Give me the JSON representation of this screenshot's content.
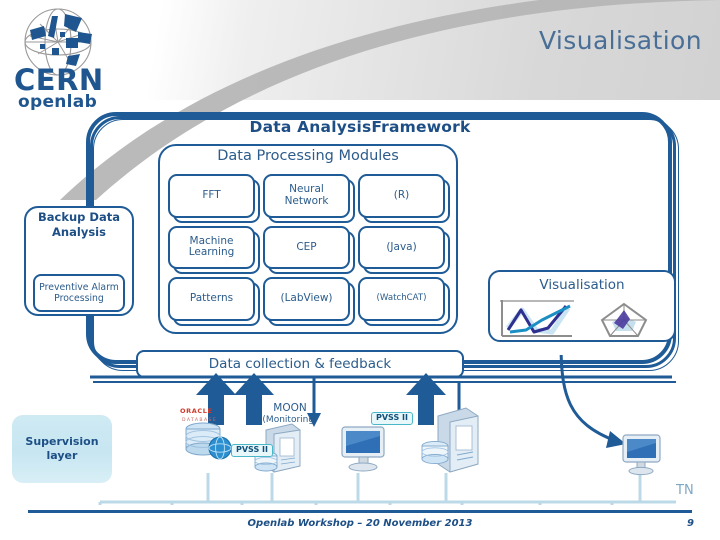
{
  "slide": {
    "title": "Visualisation",
    "page_number": "9",
    "footer_text": "Openlab Workshop – 20 November 2013"
  },
  "logo": {
    "name_top": "CERN",
    "name_bottom": "openlab"
  },
  "framework": {
    "title": "Data AnalysisFramework",
    "modules_title": "Data Processing Modules",
    "modules": [
      {
        "label": "FFT",
        "small": false
      },
      {
        "label": "Neural Network",
        "small": false
      },
      {
        "label": "(R)",
        "small": false
      },
      {
        "label": "Machine Learning",
        "small": false
      },
      {
        "label": "CEP",
        "small": false
      },
      {
        "label": "(Java)",
        "small": false
      },
      {
        "label": "Patterns",
        "small": false
      },
      {
        "label": "(LabView)",
        "small": false
      },
      {
        "label": "(WatchCAT)",
        "small": true
      }
    ],
    "backup": {
      "title": "Backup Data Analysis",
      "nested_label": "Preventive Alarm Processing"
    },
    "visualisation": {
      "label": "Visualisation",
      "icons": [
        "line-chart-icon",
        "radar-chart-icon"
      ]
    },
    "data_collection": "Data collection & feedback"
  },
  "bottom": {
    "supervision_label": "Supervision layer",
    "moon_label": "MOON",
    "moon_sublabel": "(Monitoring)",
    "pvss_label_1": "PVSS II",
    "pvss_label_2": "PVSS II",
    "network_label": "TN",
    "devices": [
      "oracle-database-icon",
      "server-tower-icon",
      "desktop-monitor-icon",
      "server-rack-icon",
      "remote-monitor-icon"
    ]
  },
  "colors": {
    "brand_blue": "#1f5b96",
    "dark_navy": "#1d4f86",
    "muted_title": "#4a6f97",
    "teal": "#4ab7c8",
    "light_panel": "#cfeaf3",
    "network_line": "#bcd9e8"
  }
}
